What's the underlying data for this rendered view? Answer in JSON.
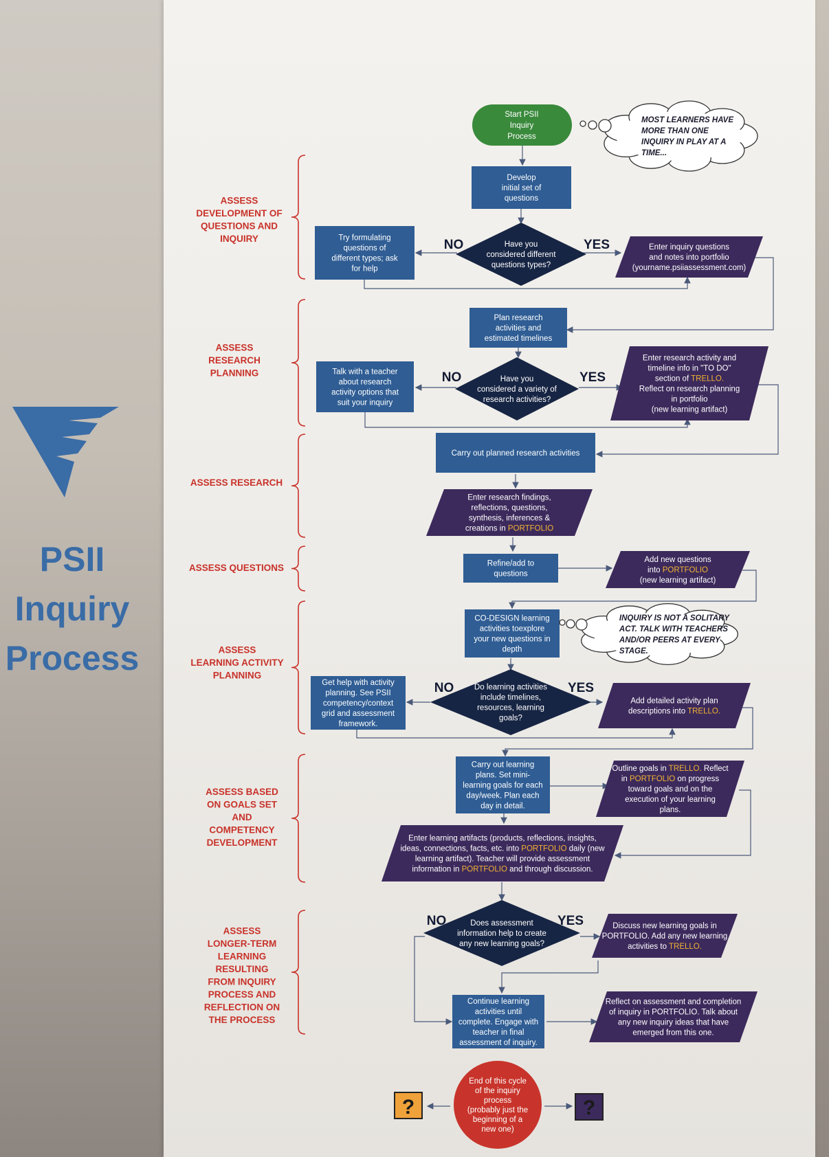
{
  "title": {
    "lines": [
      "PSII",
      "Inquiry",
      "Process"
    ]
  },
  "colors": {
    "box_blue": "#2f5d94",
    "box_purple": "#3c2a5c",
    "diamond_dark": "#172544",
    "start_green": "#3a8a3c",
    "end_red": "#c8342b",
    "label_red": "#c8322a",
    "highlight_orange": "#f2b233",
    "title_blue": "#3a6ca6"
  },
  "stages": [
    {
      "lines": [
        "ASSESS",
        "DEVELOPMENT OF",
        "QUESTIONS AND",
        "INQUIRY"
      ]
    },
    {
      "lines": [
        "ASSESS",
        "RESEARCH",
        "PLANNING"
      ]
    },
    {
      "lines": [
        "ASSESS RESEARCH"
      ]
    },
    {
      "lines": [
        "ASSESS QUESTIONS"
      ]
    },
    {
      "lines": [
        "ASSESS",
        "LEARNING ACTIVITY",
        "PLANNING"
      ]
    },
    {
      "lines": [
        "ASSESS BASED",
        "ON GOALS SET",
        "AND",
        "COMPETENCY",
        "DEVELOPMENT"
      ]
    },
    {
      "lines": [
        "ASSESS",
        "LONGER-TERM",
        "LEARNING",
        "RESULTING",
        "FROM INQUIRY",
        "PROCESS AND",
        "REFLECTION ON",
        "THE PROCESS"
      ]
    }
  ],
  "decision_labels": {
    "no": "NO",
    "yes": "YES"
  },
  "nodes": {
    "start": [
      "Start PSII",
      "Inquiry",
      "Process"
    ],
    "develop": [
      "Develop",
      "initial set of",
      "questions"
    ],
    "d1": [
      "Have you",
      "considered different",
      "questions types?"
    ],
    "try_formulating": [
      "Try formulating",
      "questions of",
      "different types; ask",
      "for help"
    ],
    "enter_inquiry": [
      "Enter inquiry questions",
      "and notes into portfolio",
      "(yourname.psiiassessment.com)"
    ],
    "plan_research": [
      "Plan research",
      "activities and",
      "estimated timelines"
    ],
    "d2": [
      "Have you",
      "considered a variety of",
      "research activities?"
    ],
    "talk_teacher": [
      "Talk with a teacher",
      "about research",
      "activity options that",
      "suit your inquiry"
    ],
    "enter_research": [
      "Enter research activity and",
      "timeline info in \"TO DO\"",
      "section of TRELLO.",
      "Reflect on research planning",
      "in portfolio",
      "(new learning artifact)"
    ],
    "carry_out_research": [
      "Carry out planned research activities"
    ],
    "enter_findings": [
      "Enter research findings,",
      "reflections, questions,",
      "synthesis, inferences &",
      "creations in PORTFOLIO"
    ],
    "refine": [
      "Refine/add to",
      "questions"
    ],
    "add_questions": [
      "Add new questions",
      "into PORTFOLIO",
      "(new learning artifact)"
    ],
    "codesign": [
      "CO-DESIGN learning",
      "activities toexplore",
      "your new questions in",
      "depth"
    ],
    "d3": [
      "Do learning activities",
      "include timelines,",
      "resources, learning",
      "goals?"
    ],
    "get_help": [
      "Get help with activity",
      "planning. See PSII",
      "competency/context",
      "grid and assessment",
      "framework."
    ],
    "add_plan": [
      "Add detailed activity plan",
      "descriptions into TRELLO."
    ],
    "carry_out_plans": [
      "Carry out learning",
      "plans. Set mini-",
      "learning goals for each",
      "day/week. Plan each",
      "day in detail."
    ],
    "outline_goals": [
      "Outline goals in TRELLO. Reflect",
      "in PORTFOLIO on progress",
      "toward goals and on the",
      "execution of your learning",
      "plans."
    ],
    "enter_artifacts": [
      "Enter learning artifacts (products, reflections, insights,",
      "ideas, connections, facts, etc. into PORTFOLIO daily (new",
      "learning artifact). Teacher will provide assessment",
      "information in PORTFOLIO and through discussion."
    ],
    "d4": [
      "Does assessment",
      "information help to create",
      "any new learning goals?"
    ],
    "discuss_goals": [
      "Discuss new learning goals in",
      "PORTFOLIO. Add any new learning",
      "activities to TRELLO."
    ],
    "continue": [
      "Continue learning",
      "activities until",
      "complete. Engage with",
      "teacher in final",
      "assessment of inquiry."
    ],
    "reflect": [
      "Reflect on assessment and completion",
      "of inquiry in PORTFOLIO. Talk about",
      "any new inquiry ideas that have",
      "emerged from this one."
    ],
    "end": [
      "End of this cycle",
      "of the inquiry",
      "process",
      "(probably just the",
      "beginning of a",
      "new one)"
    ]
  },
  "notes": {
    "note1": [
      "MOST LEARNERS HAVE",
      "MORE THAN ONE",
      "INQUIRY IN PLAY AT A",
      "TIME..."
    ],
    "note2": [
      "INQUIRY IS NOT A SOLITARY",
      "ACT. TALK WITH TEACHERS",
      "AND/OR PEERS AT EVERY",
      "STAGE."
    ]
  },
  "end_icons": {
    "left": "?",
    "right": "?"
  },
  "highlight_words": [
    "PORTFOLIO",
    "TRELLO.",
    "TRELLO"
  ]
}
